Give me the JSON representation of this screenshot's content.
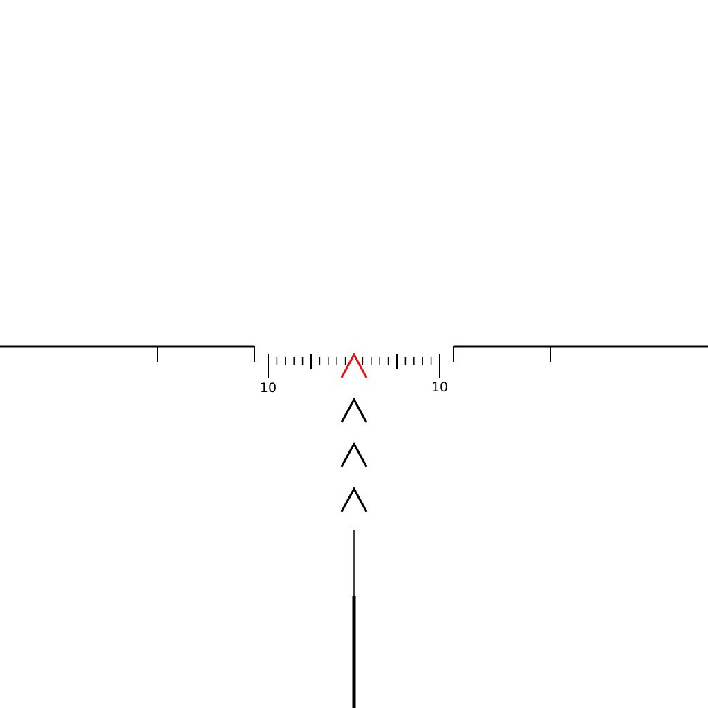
{
  "reticle": {
    "left_label": "10",
    "right_label": "10",
    "colors": {
      "line": "#000000",
      "aim_chevron": "#ee1111",
      "background": "#ffffff"
    },
    "holdover_chevron_count": 3
  }
}
